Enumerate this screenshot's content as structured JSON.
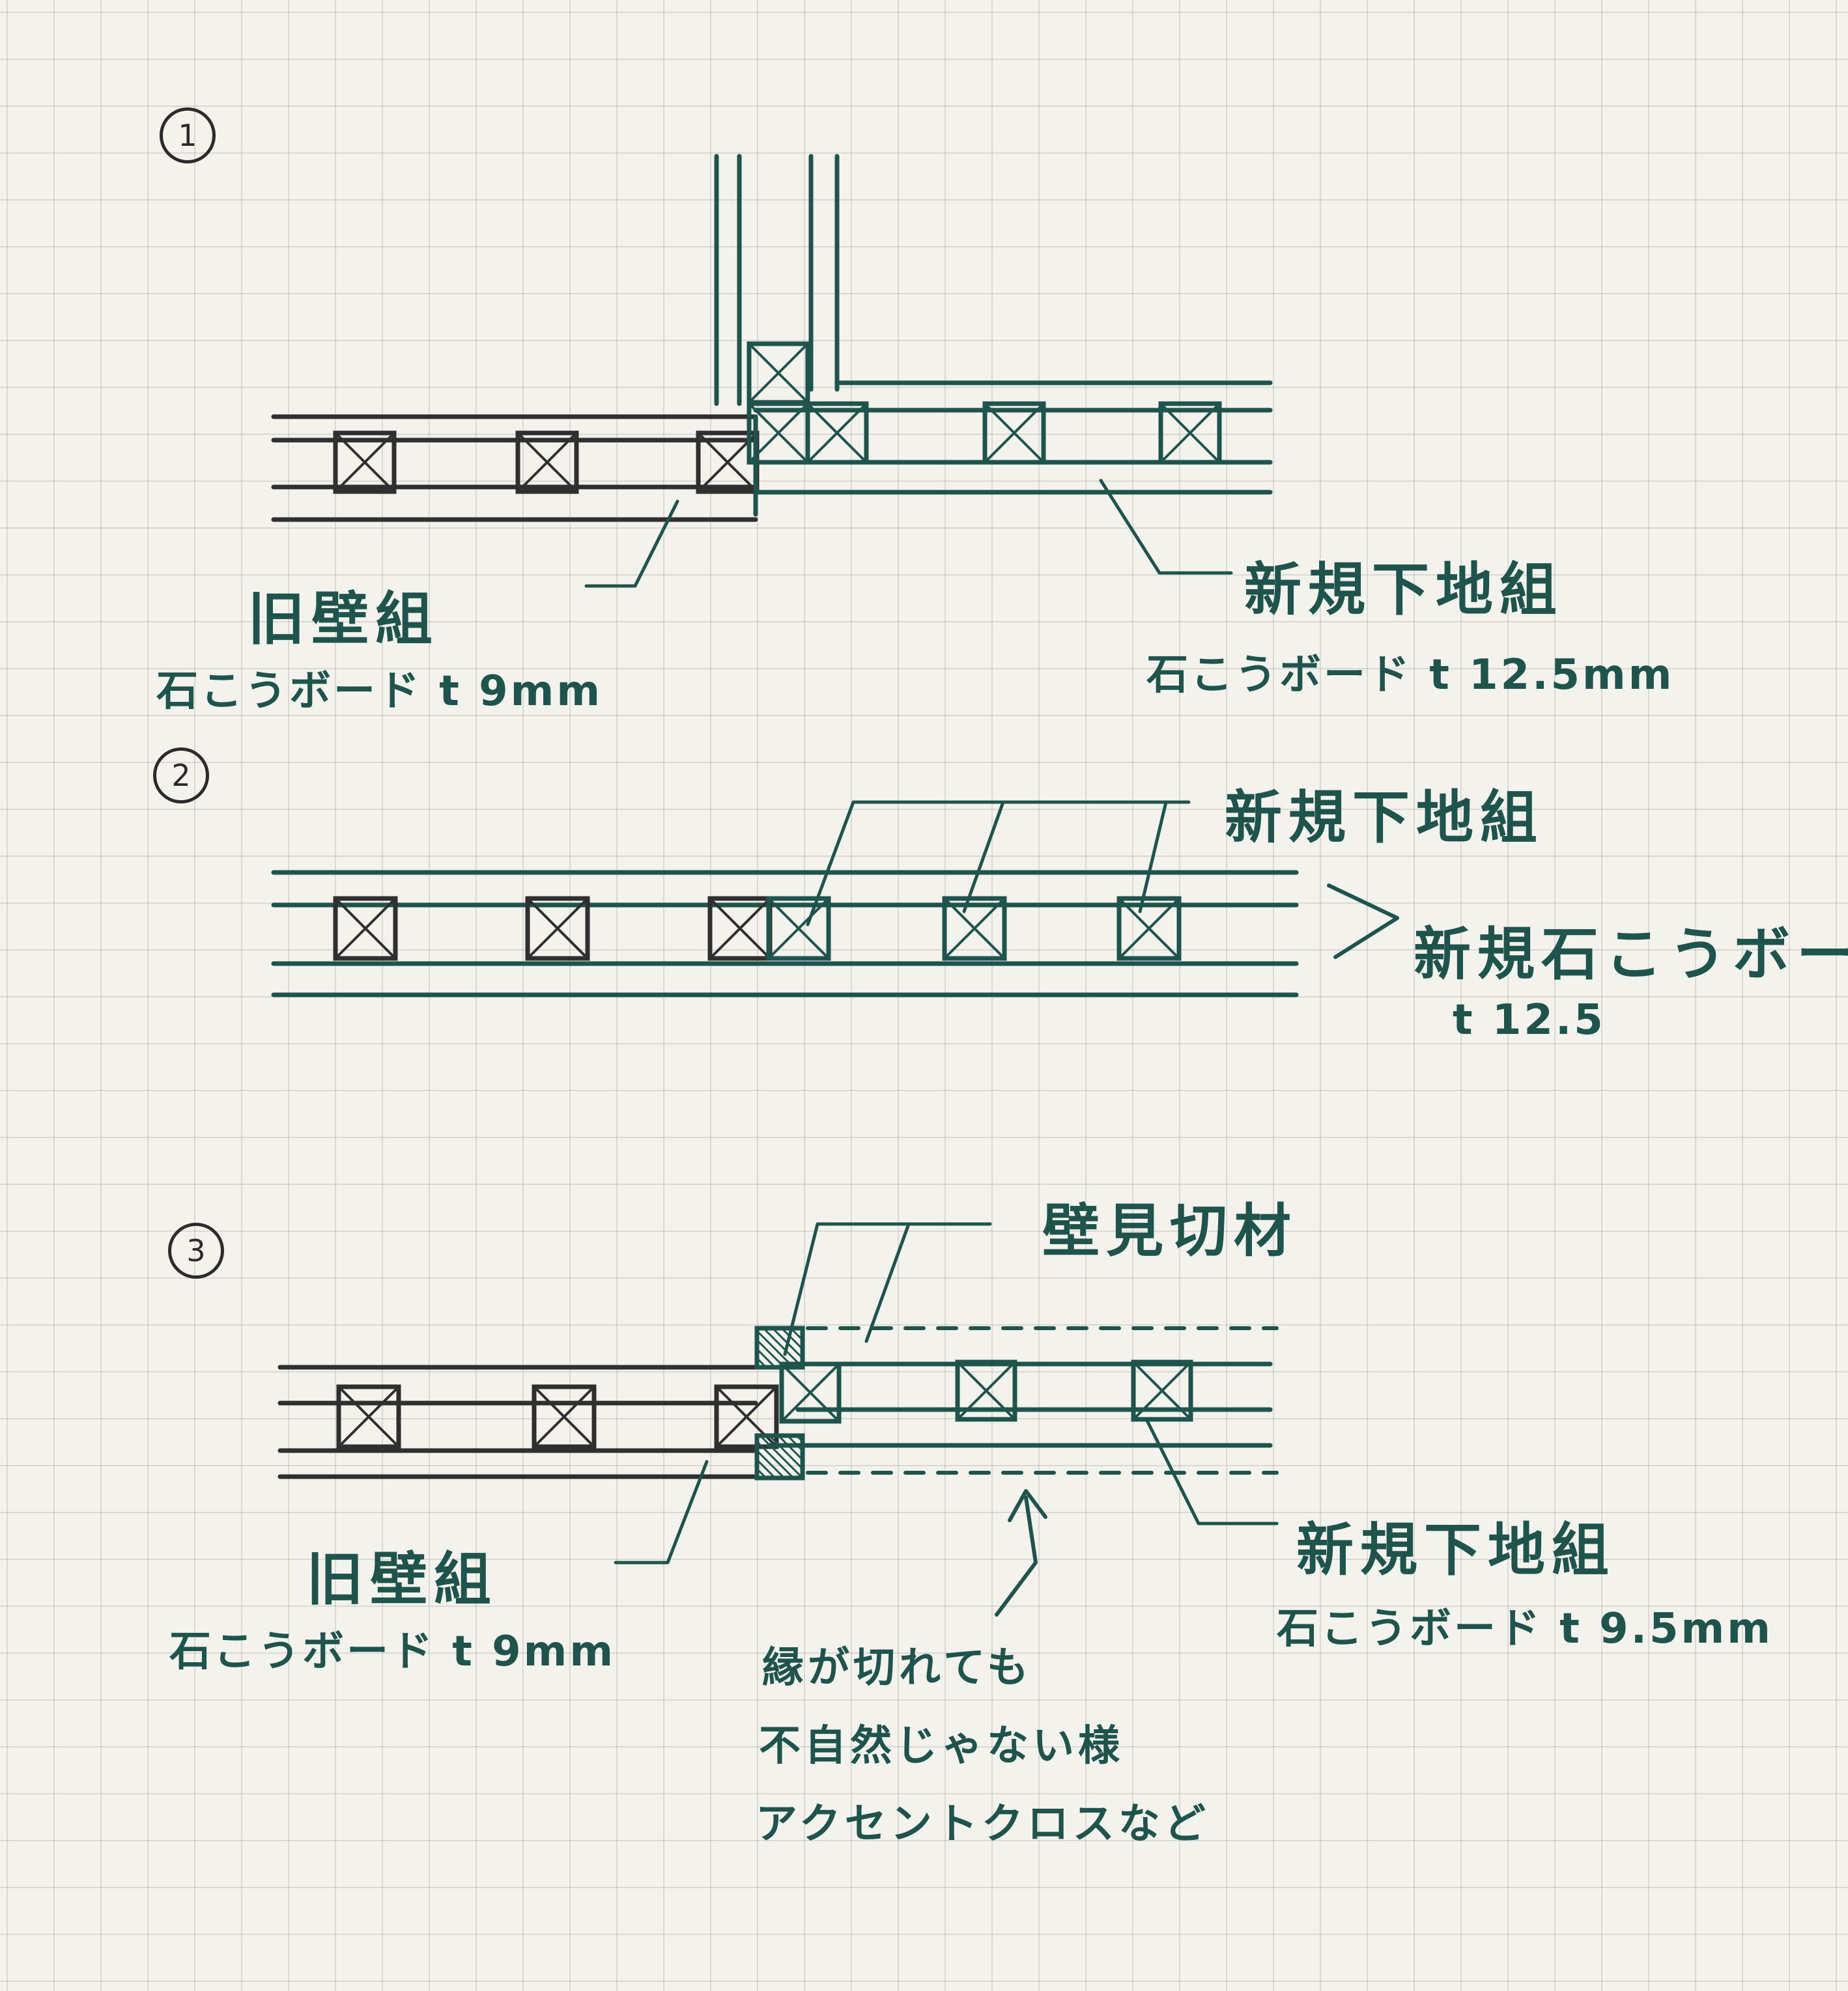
{
  "sections": [
    {
      "number": "1",
      "labels": {
        "old_wall": "旧壁組",
        "old_board": "石こうボード t 9mm",
        "new_base": "新規下地組",
        "new_board": "石こうボード t 12.5mm"
      }
    },
    {
      "number": "2",
      "labels": {
        "new_base": "新規下地組",
        "new_board": "新規石こうボード",
        "new_thickness": "t 12.5"
      }
    },
    {
      "number": "3",
      "labels": {
        "partition": "壁見切材",
        "old_wall": "旧壁組",
        "old_board": "石こうボード t 9mm",
        "new_base": "新規下地組",
        "new_board": "石こうボード t 9.5mm",
        "note_line1": "縁が切れても",
        "note_line2": "不自然じゃない様",
        "note_line3": "アクセントクロスなど"
      }
    }
  ],
  "colors": {
    "ink_black": "#2f2f2f",
    "ink_green": "#1f544d",
    "paper": "#f3f2ed"
  }
}
